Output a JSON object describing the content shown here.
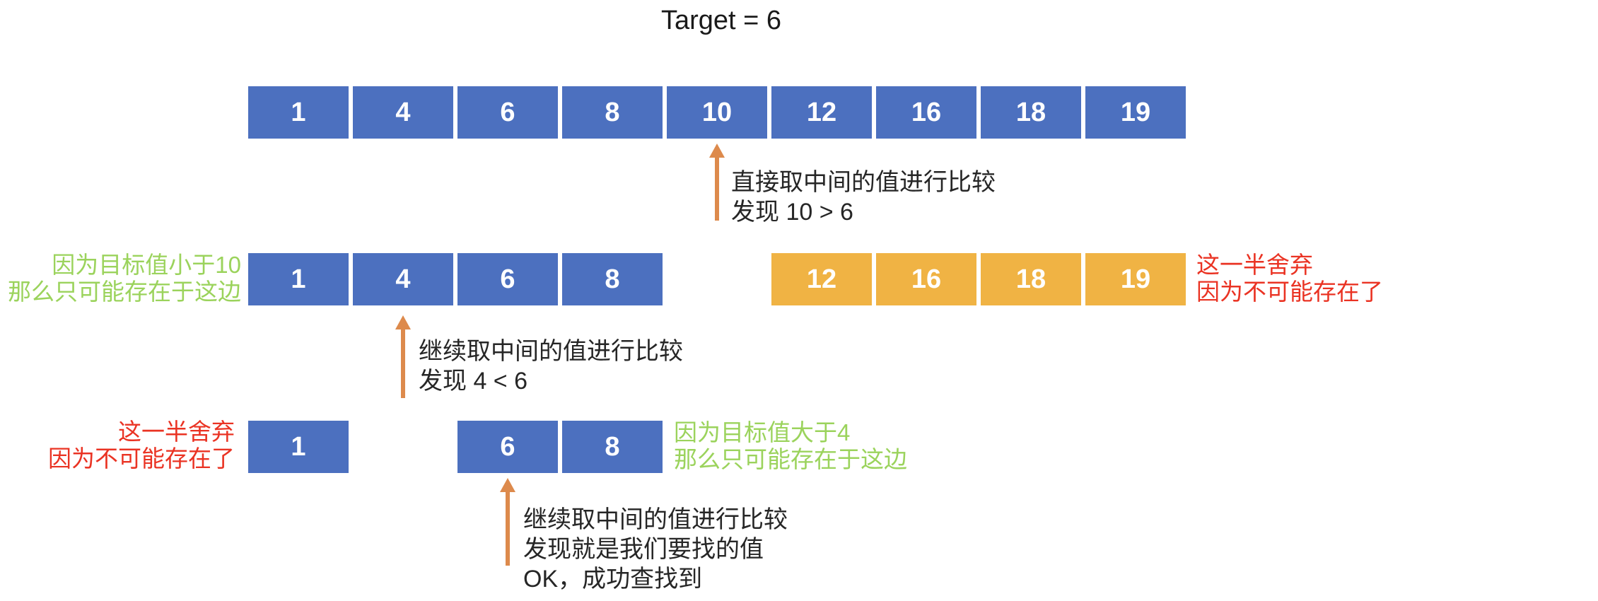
{
  "title": "Target = 6",
  "colors": {
    "cell_blue": "#4C70BF",
    "cell_orange": "#F0B344",
    "arrow": "#DD8A4C",
    "text_dark": "#262626",
    "text_red": "#EA3323",
    "text_green": "#9BD35C",
    "cell_text": "#FFFFFF"
  },
  "step1": {
    "array": [
      "1",
      "4",
      "6",
      "8",
      "10",
      "12",
      "16",
      "18",
      "19"
    ],
    "arrow_note_line1": "直接取中间的值进行比较",
    "arrow_note_line2": "发现 10 > 6"
  },
  "step2": {
    "left_array": [
      "1",
      "4",
      "6",
      "8"
    ],
    "right_array": [
      "12",
      "16",
      "18",
      "19"
    ],
    "left_note_line1": "因为目标值小于10",
    "left_note_line2": "那么只可能存在于这边",
    "right_note_line1": "这一半舍弃",
    "right_note_line2": "因为不可能存在了",
    "arrow_note_line1": "继续取中间的值进行比较",
    "arrow_note_line2": "发现 4 < 6"
  },
  "step3": {
    "left_array": [
      "1"
    ],
    "mid_array": [
      "6",
      "8"
    ],
    "left_note_line1": "这一半舍弃",
    "left_note_line2": "因为不可能存在了",
    "right_note_line1": "因为目标值大于4",
    "right_note_line2": "那么只可能存在于这边",
    "arrow_note_line1": "继续取中间的值进行比较",
    "arrow_note_line2": "发现就是我们要找的值",
    "arrow_note_line3": "OK，成功查找到"
  }
}
